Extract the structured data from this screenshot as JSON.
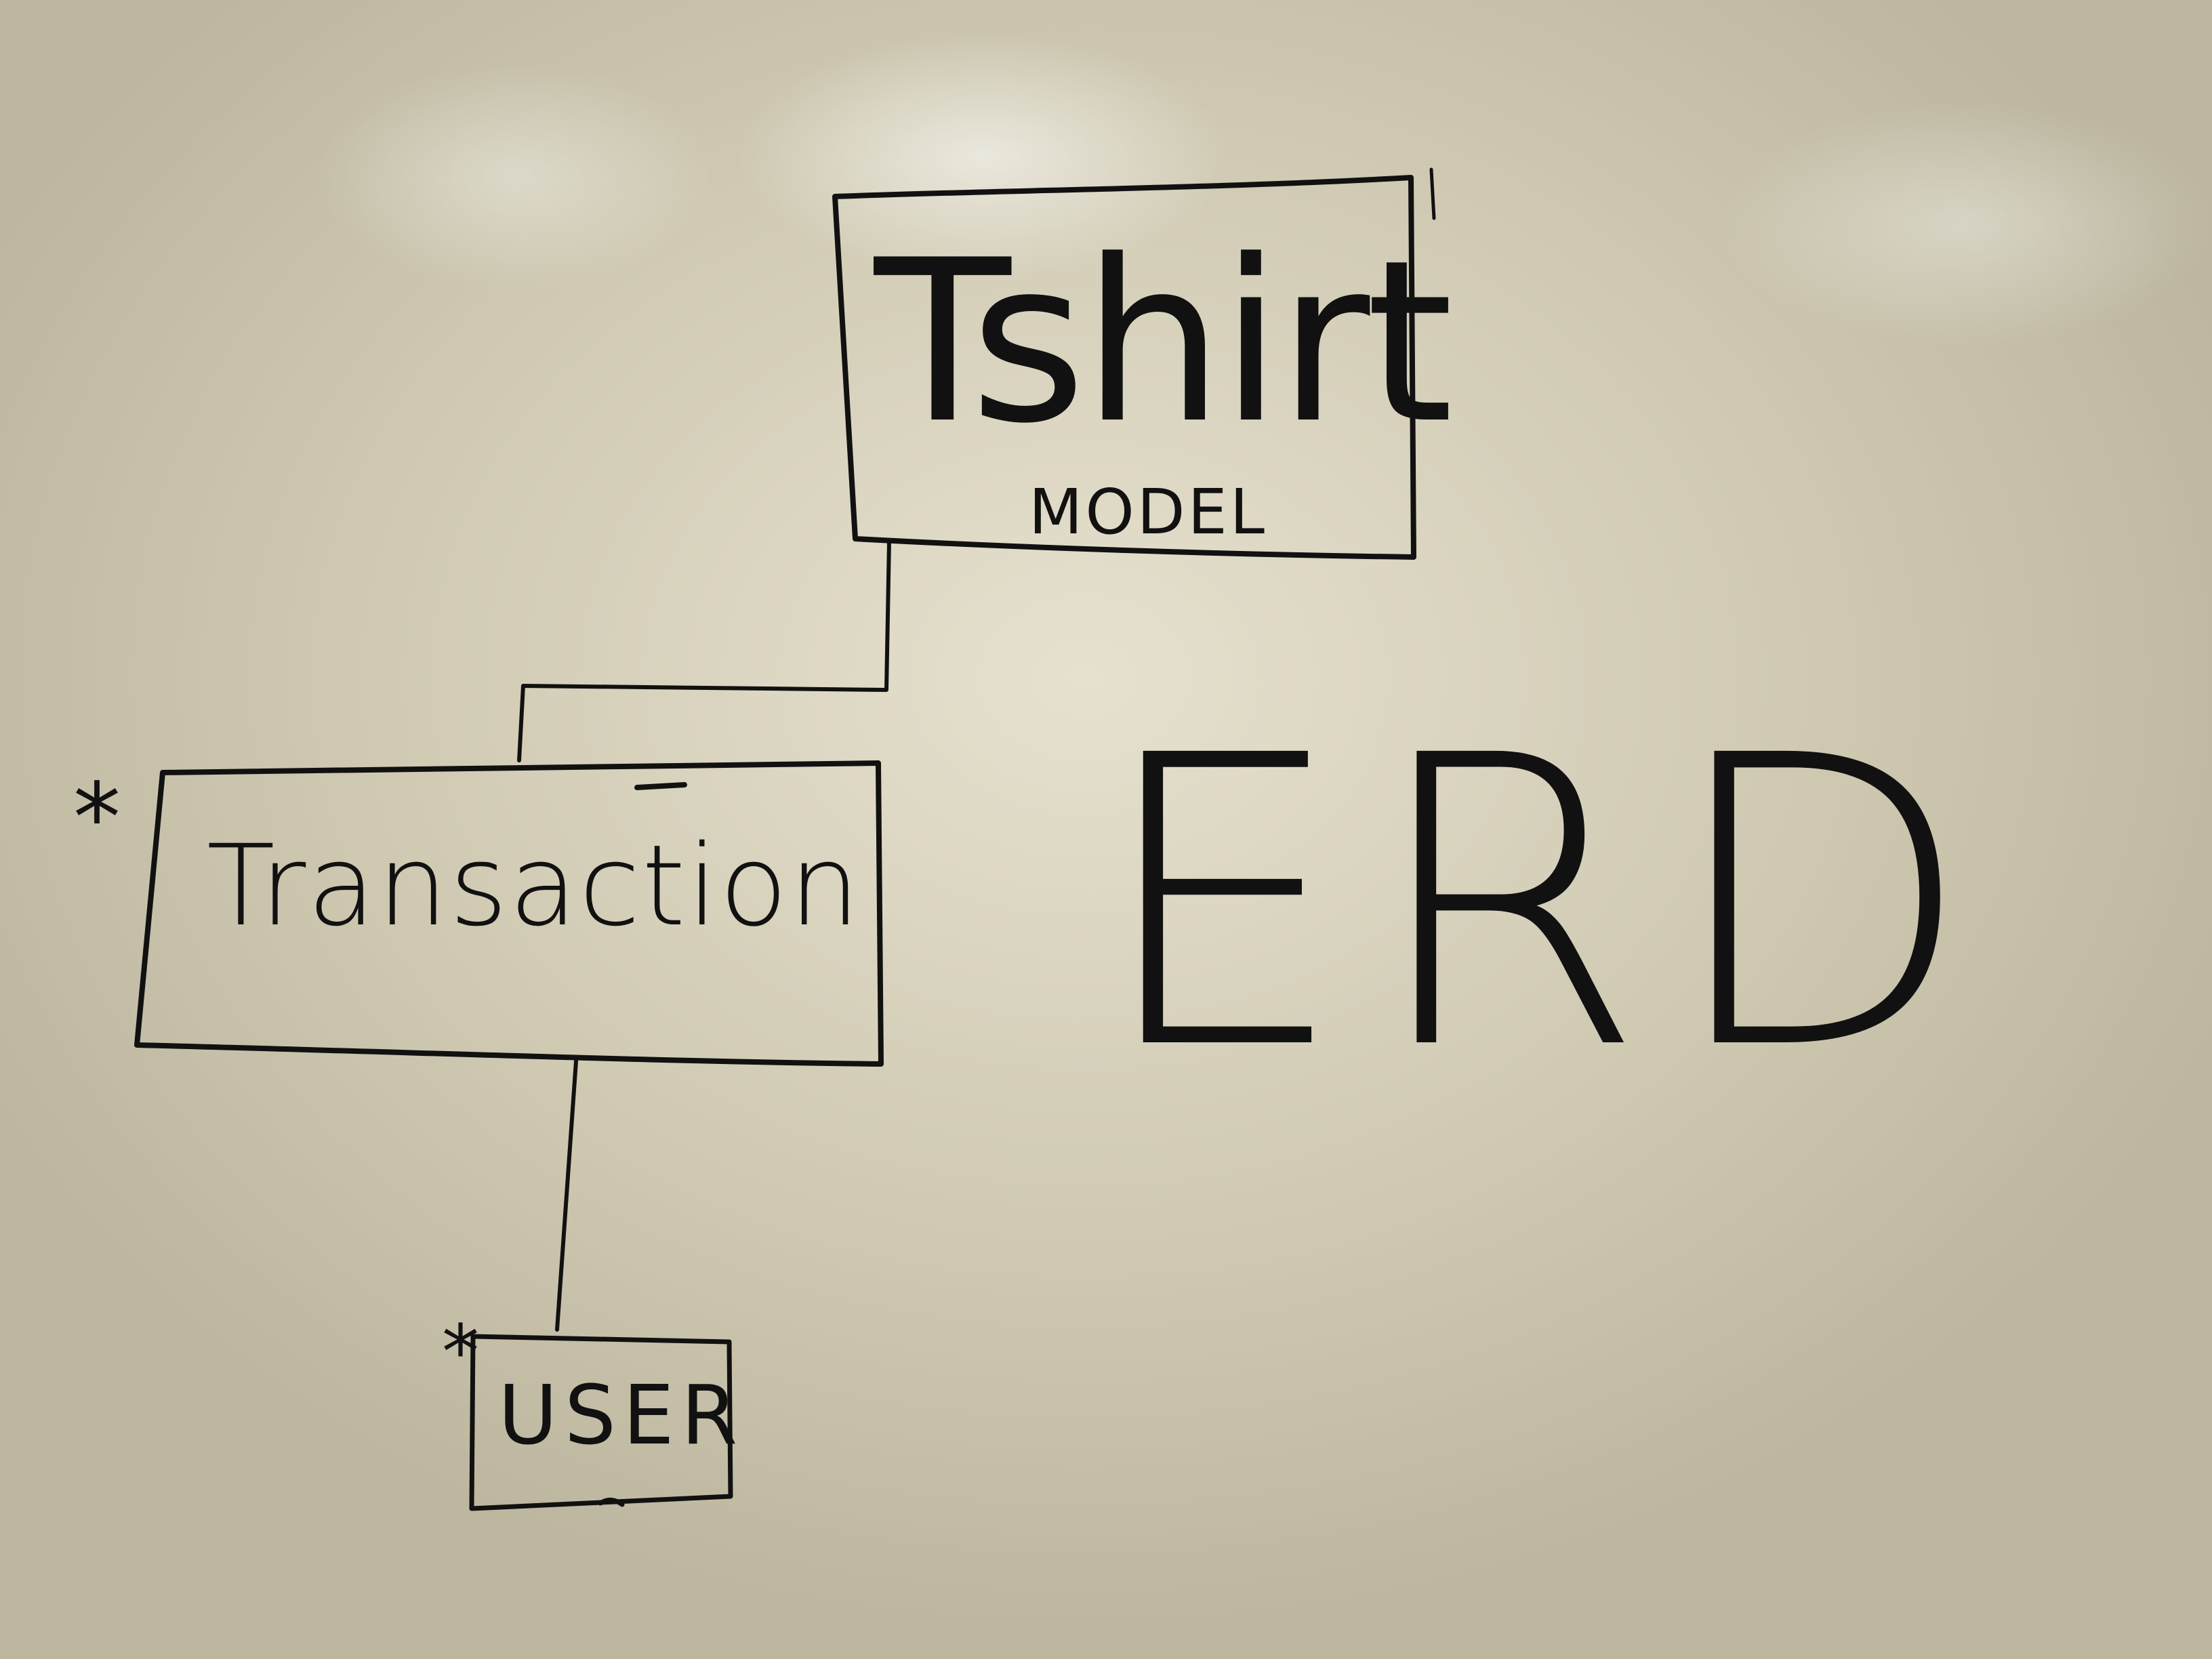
{
  "colors": {
    "ink": "#111111",
    "board": "#dcd6c1"
  },
  "entities": {
    "tshirt": {
      "name": "Tshirt",
      "subtitle": "MODEL"
    },
    "transaction": {
      "name": "Transaction",
      "multiplicity": "*"
    },
    "user": {
      "name": "USER",
      "multiplicity": "*"
    }
  },
  "relationships": [
    {
      "from": "Tshirt",
      "to": "Transaction"
    },
    {
      "from": "Transaction",
      "to": "USER"
    }
  ],
  "heading": "ERD"
}
